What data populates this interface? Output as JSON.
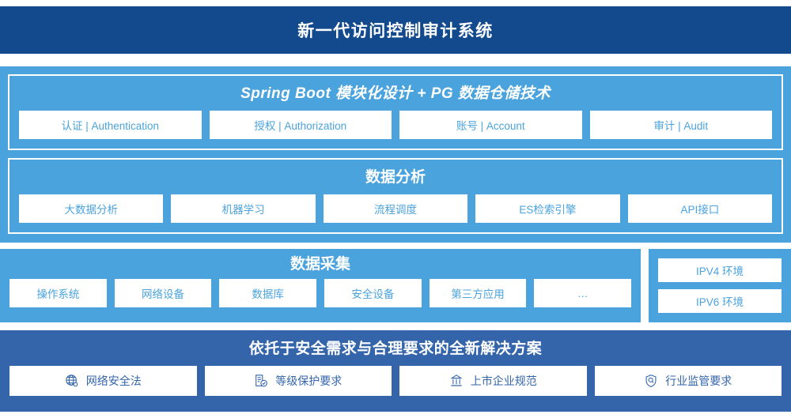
{
  "header": {
    "title": "新一代访问控制审计系统"
  },
  "platform": {
    "spring": {
      "title": "Spring Boot 模块化设计 + PG 数据仓储技术",
      "chips": [
        "认证 | Authentication",
        "授权 | Authorization",
        "账号 | Account",
        "审计 | Audit"
      ]
    },
    "analysis": {
      "title": "数据分析",
      "chips": [
        "大数据分析",
        "机器学习",
        "流程调度",
        "ES检索引擎",
        "API接口"
      ]
    }
  },
  "collection": {
    "title": "数据采集",
    "chips": [
      "操作系统",
      "网络设备",
      "数据库",
      "安全设备",
      "第三方应用",
      "…"
    ],
    "environments": [
      "IPV4 环境",
      "IPV6 环境"
    ]
  },
  "compliance": {
    "title": "依托于安全需求与合理要求的全新解决方案",
    "chips": [
      {
        "label": "网络安全法",
        "icon": "globe-icon"
      },
      {
        "label": "等级保护要求",
        "icon": "document-check-icon"
      },
      {
        "label": "上市企业规范",
        "icon": "bank-icon"
      },
      {
        "label": "行业监管要求",
        "icon": "shield-search-icon"
      }
    ]
  },
  "colors": {
    "header_navy": "#134a8e",
    "light_blue": "#4ba3dd",
    "medium_blue": "#3465ab",
    "chip_white": "#ffffff"
  }
}
